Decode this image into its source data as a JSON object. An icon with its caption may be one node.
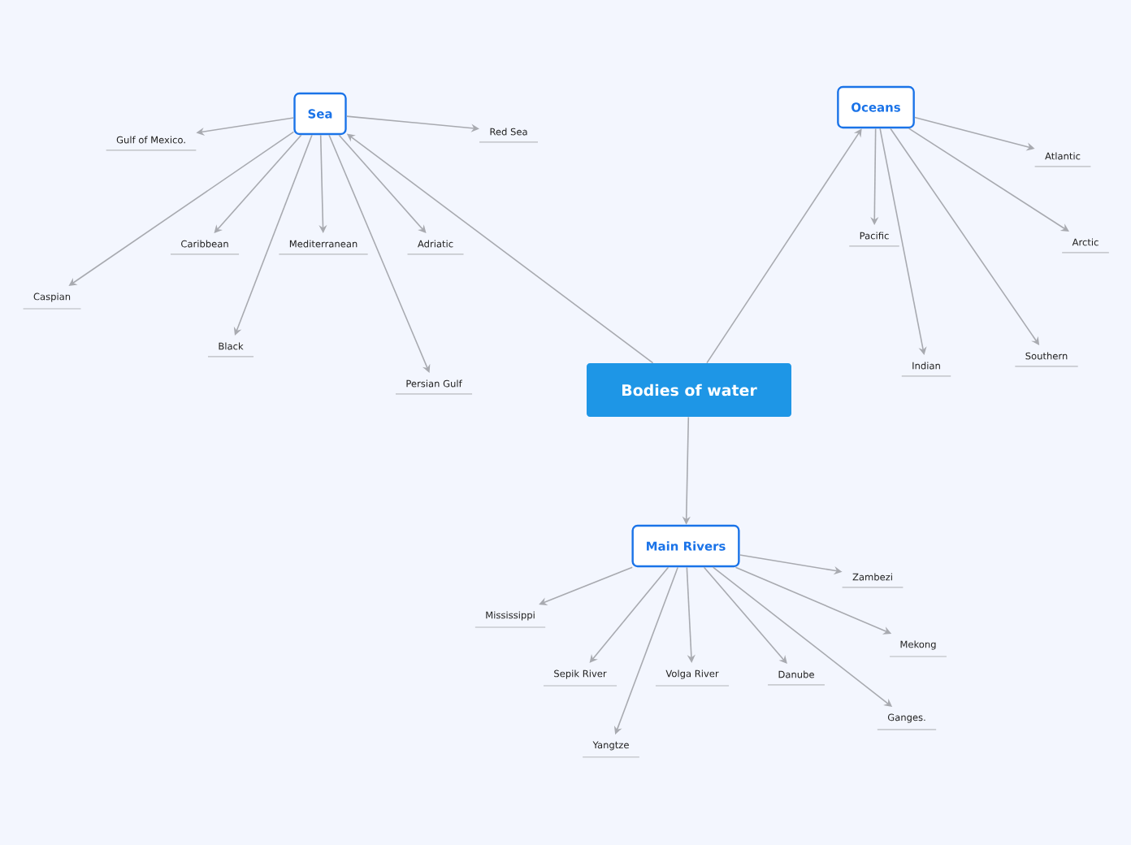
{
  "diagram": {
    "nodes": [
      {
        "text": [
          "Bodies of water"
        ]
      },
      {
        "text": [
          "Sea"
        ]
      },
      {
        "text": [
          "Oceans"
        ]
      },
      {
        "text": [
          "Main Rivers"
        ]
      },
      {
        "text": [
          "Gulf of Mexico."
        ]
      },
      {
        "text": [
          "Red Sea"
        ]
      },
      {
        "text": [
          "Caribbean"
        ]
      },
      {
        "text": [
          "Mediterranean"
        ]
      },
      {
        "text": [
          "Adriatic"
        ]
      },
      {
        "text": [
          "Caspian"
        ]
      },
      {
        "text": [
          "Black"
        ]
      },
      {
        "text": [
          "Persian Gulf"
        ]
      },
      {
        "text": [
          "Atlantic"
        ]
      },
      {
        "text": [
          "Pacific"
        ]
      },
      {
        "text": [
          "Arctic"
        ]
      },
      {
        "text": [
          "Indian"
        ]
      },
      {
        "text": [
          "Southern"
        ]
      },
      {
        "text": [
          "Zambezi"
        ]
      },
      {
        "text": [
          "Mississippi"
        ]
      },
      {
        "text": [
          "Mekong"
        ]
      },
      {
        "text": [
          "Sepik River"
        ]
      },
      {
        "text": [
          "Volga River"
        ]
      },
      {
        "text": [
          "Danube"
        ]
      },
      {
        "text": [
          "Ganges."
        ]
      },
      {
        "text": [
          "Yangtze"
        ]
      }
    ],
    "edges": [
      {
        "from": 0,
        "to": 1,
        "arrow": "to"
      },
      {
        "from": 0,
        "to": 2,
        "arrow": "to"
      },
      {
        "from": 0,
        "to": 3,
        "arrow": "to"
      },
      {
        "from": 1,
        "to": 4,
        "arrow": "to"
      },
      {
        "from": 1,
        "to": 5,
        "arrow": "to"
      },
      {
        "from": 1,
        "to": 6,
        "arrow": "to"
      },
      {
        "from": 1,
        "to": 7,
        "arrow": "to"
      },
      {
        "from": 1,
        "to": 8,
        "arrow": "to"
      },
      {
        "from": 1,
        "to": 9,
        "arrow": "to"
      },
      {
        "from": 1,
        "to": 10,
        "arrow": "to"
      },
      {
        "from": 1,
        "to": 11,
        "arrow": "to"
      },
      {
        "from": 2,
        "to": 12,
        "arrow": "to"
      },
      {
        "from": 2,
        "to": 13,
        "arrow": "to"
      },
      {
        "from": 2,
        "to": 14,
        "arrow": "to"
      },
      {
        "from": 2,
        "to": 15,
        "arrow": "to"
      },
      {
        "from": 2,
        "to": 16,
        "arrow": "to"
      },
      {
        "from": 3,
        "to": 17,
        "arrow": "to"
      },
      {
        "from": 3,
        "to": 18,
        "arrow": "to"
      },
      {
        "from": 3,
        "to": 19,
        "arrow": "to"
      },
      {
        "from": 3,
        "to": 20,
        "arrow": "to"
      },
      {
        "from": 3,
        "to": 21,
        "arrow": "to"
      },
      {
        "from": 3,
        "to": 22,
        "arrow": "to"
      },
      {
        "from": 3,
        "to": 23,
        "arrow": "to"
      },
      {
        "from": 3,
        "to": 24,
        "arrow": "to"
      }
    ]
  }
}
